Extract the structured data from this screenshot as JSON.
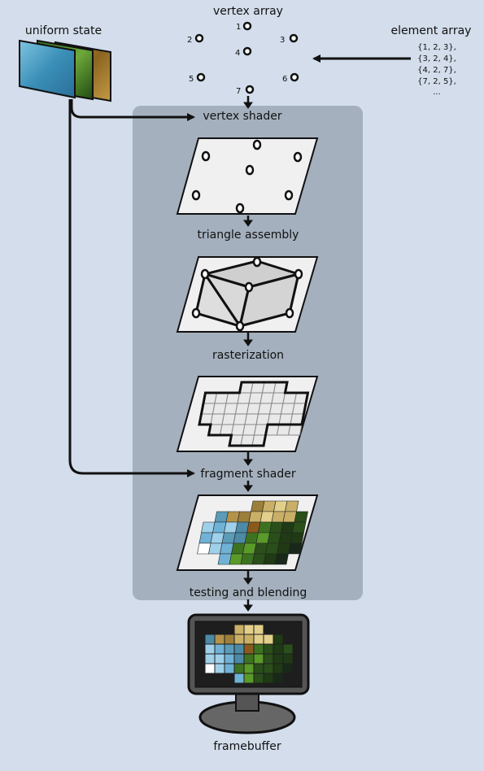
{
  "labels": {
    "uniform_state": "uniform state",
    "vertex_array": "vertex array",
    "element_array": "element array",
    "vertex_shader": "vertex shader",
    "triangle_assembly": "triangle assembly",
    "rasterization": "rasterization",
    "fragment_shader": "fragment shader",
    "testing_and_blending": "testing and blending",
    "framebuffer": "framebuffer"
  },
  "vertices": [
    "1",
    "2",
    "3",
    "4",
    "5",
    "6",
    "7"
  ],
  "element_array": [
    "{1, 2, 3},",
    "{3, 2, 4},",
    "{4, 2, 7},",
    "{7, 2, 5},",
    "..."
  ],
  "colors": {
    "background": "#d3ddeb",
    "pipeline_panel": "#a4b0bd",
    "card": "#f0f0f0",
    "ink": "#111111"
  }
}
